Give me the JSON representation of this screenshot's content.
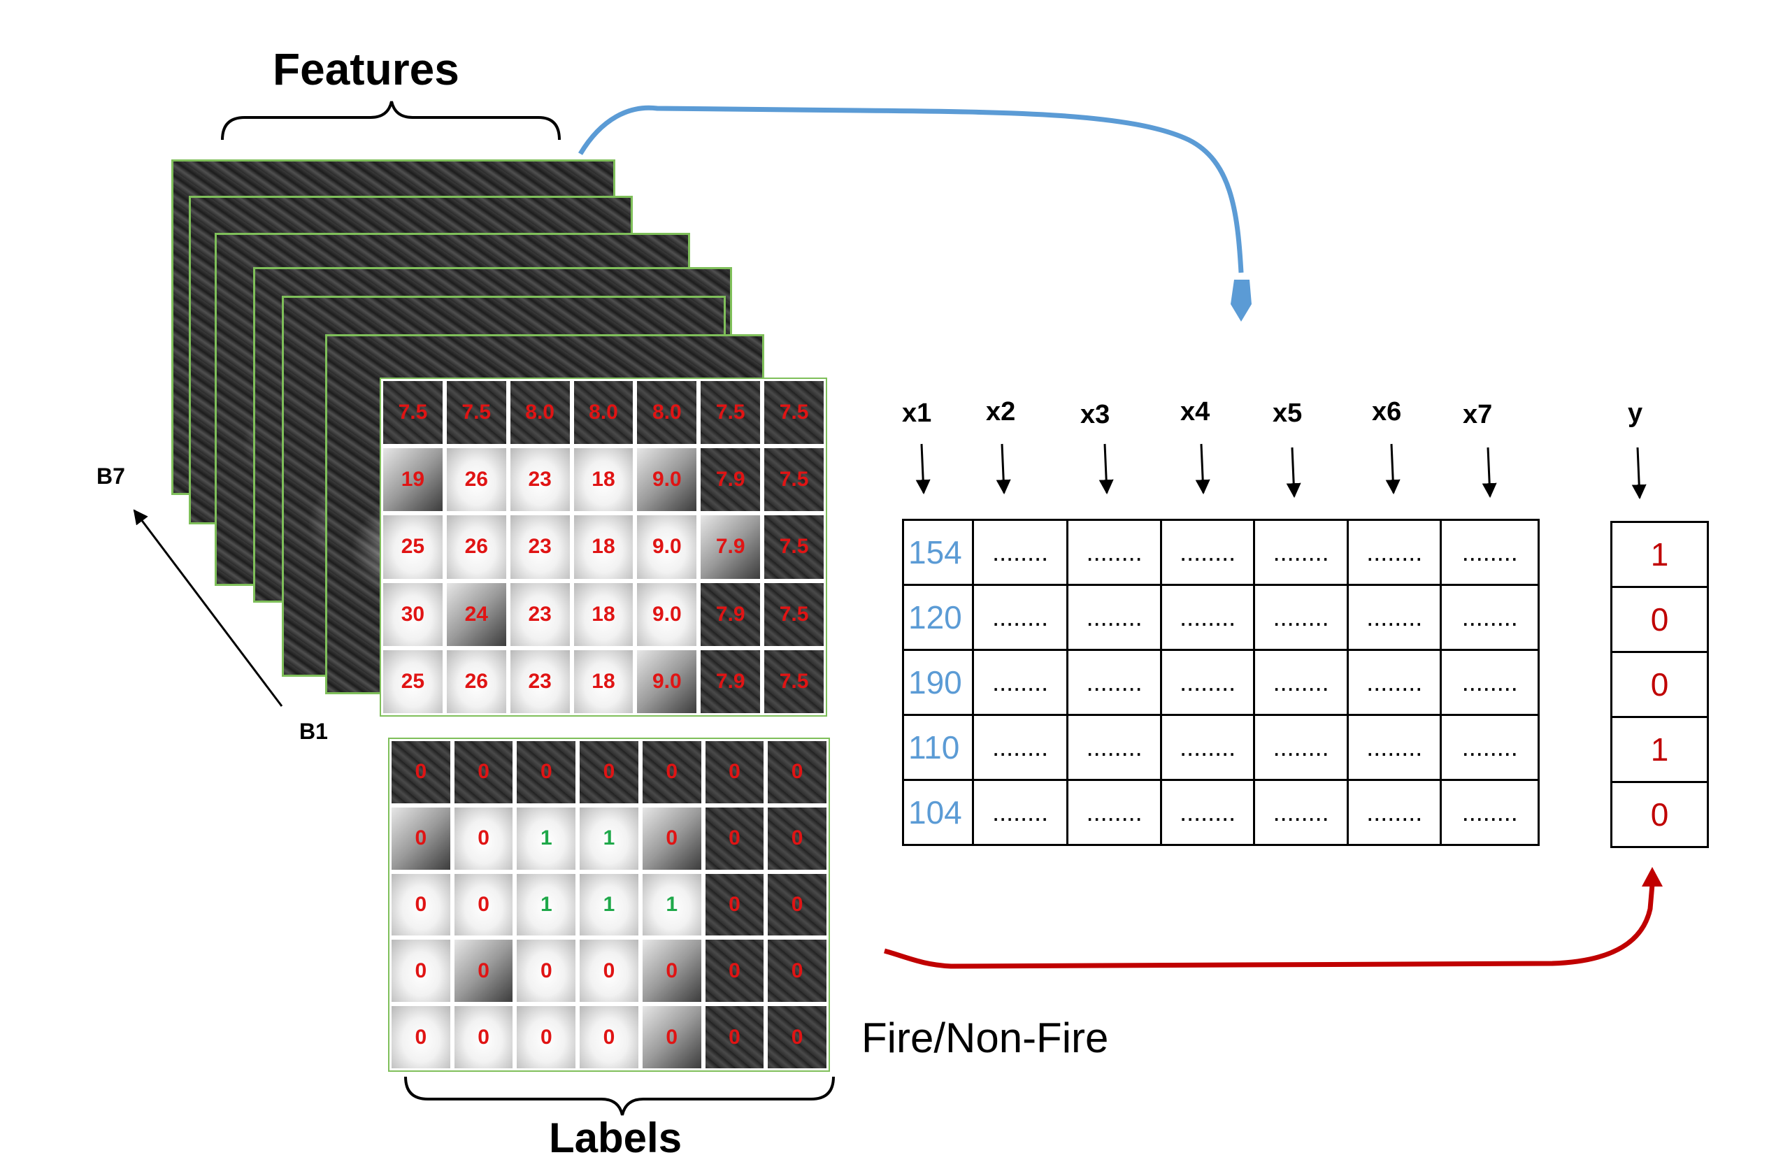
{
  "titles": {
    "features": "Features",
    "labels": "Labels",
    "fire_nonfire": "Fire/Non-Fire"
  },
  "bands": {
    "top": "B7",
    "bottom": "B1"
  },
  "feature_grid": [
    [
      "7.5",
      "7.5",
      "8.0",
      "8.0",
      "8.0",
      "7.5",
      "7.5"
    ],
    [
      "19",
      "26",
      "23",
      "18",
      "9.0",
      "7.9",
      "7.5"
    ],
    [
      "25",
      "26",
      "23",
      "18",
      "9.0",
      "7.9",
      "7.5"
    ],
    [
      "30",
      "24",
      "23",
      "18",
      "9.0",
      "7.9",
      "7.5"
    ],
    [
      "25",
      "26",
      "23",
      "18",
      "9.0",
      "7.9",
      "7.5"
    ]
  ],
  "feature_tones": [
    [
      "dark",
      "dark",
      "dark",
      "dark",
      "dark",
      "dark",
      "dark"
    ],
    [
      "mid",
      "light",
      "light",
      "light",
      "mid",
      "dark",
      "dark"
    ],
    [
      "light",
      "light",
      "light",
      "light",
      "light",
      "mid",
      "dark"
    ],
    [
      "light",
      "mid",
      "light",
      "light",
      "light",
      "dark",
      "dark"
    ],
    [
      "light",
      "light",
      "light",
      "light",
      "mid",
      "dark",
      "dark"
    ]
  ],
  "label_grid": [
    [
      "0",
      "0",
      "0",
      "0",
      "0",
      "0",
      "0"
    ],
    [
      "0",
      "0",
      "1",
      "1",
      "0",
      "0",
      "0"
    ],
    [
      "0",
      "0",
      "1",
      "1",
      "1",
      "0",
      "0"
    ],
    [
      "0",
      "0",
      "0",
      "0",
      "0",
      "0",
      "0"
    ],
    [
      "0",
      "0",
      "0",
      "0",
      "0",
      "0",
      "0"
    ]
  ],
  "label_tones": [
    [
      "dark",
      "dark",
      "dark",
      "dark",
      "dark",
      "dark",
      "dark"
    ],
    [
      "mid",
      "light",
      "light",
      "light",
      "mid",
      "dark",
      "dark"
    ],
    [
      "light",
      "light",
      "light",
      "light",
      "light",
      "dark",
      "dark"
    ],
    [
      "light",
      "mid",
      "light",
      "light",
      "mid",
      "dark",
      "dark"
    ],
    [
      "light",
      "light",
      "light",
      "light",
      "mid",
      "dark",
      "dark"
    ]
  ],
  "columns": [
    "x1",
    "x2",
    "x3",
    "x4",
    "x5",
    "x6",
    "x7"
  ],
  "y_header": "y",
  "table": {
    "x1_values": [
      "154",
      "120",
      "190",
      "110",
      "104"
    ],
    "placeholder": "........"
  },
  "y_values": [
    "1",
    "0",
    "0",
    "1",
    "0"
  ],
  "colors": {
    "blue_arrow": "#5b9bd5",
    "red_arrow": "#c00000",
    "layer_border": "#7fbf5a",
    "value_red": "#e01414",
    "fire_green": "#1fa84a"
  }
}
